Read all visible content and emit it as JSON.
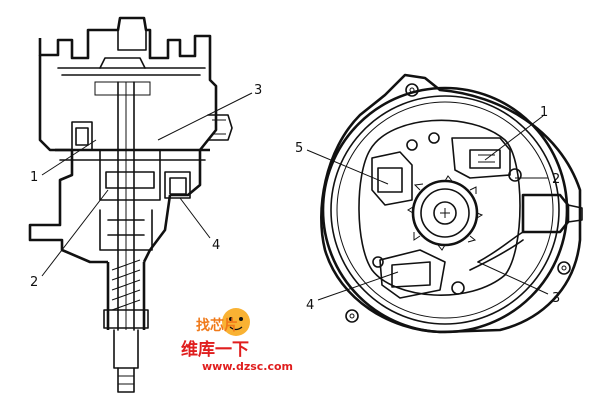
{
  "left_view": {
    "callouts": [
      "1",
      "2",
      "3",
      "4"
    ]
  },
  "right_view": {
    "callouts": [
      "1",
      "2",
      "3",
      "4",
      "5"
    ]
  },
  "watermark": {
    "logo_text": "找芯片",
    "site_name": "维库一下",
    "url": "www.dzsc.com",
    "color": "#e01e1e"
  }
}
